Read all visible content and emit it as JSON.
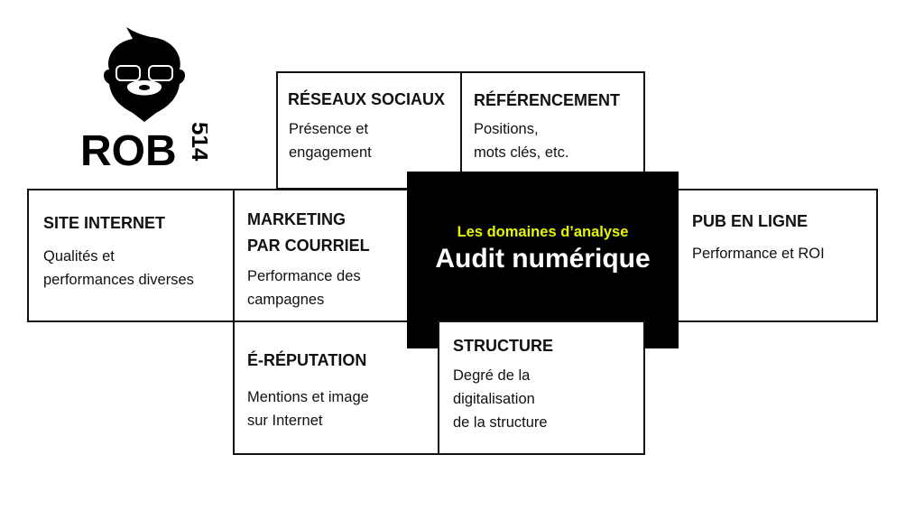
{
  "logo": {
    "text": "ROB",
    "suffix": "514"
  },
  "center": {
    "subtitle": "Les domaines d’analyse",
    "title": "Audit numérique",
    "subtitle_color": "#e6f500"
  },
  "domains": [
    {
      "title": "RÉSEAUX SOCIAUX",
      "desc": "Présence et\nengagement"
    },
    {
      "title": "RÉFÉRENCEMENT",
      "desc": "Positions,\nmots clés, etc."
    },
    {
      "title": "SITE INTERNET",
      "desc": "Qualités et\nperformances diverses"
    },
    {
      "title": "MARKETING\nPAR COURRIEL",
      "desc": "Performance des\ncampagnes"
    },
    {
      "title": "PUB EN LIGNE",
      "desc": "Performance et ROI"
    },
    {
      "title": "É-RÉPUTATION",
      "desc": "Mentions et image\nsur Internet"
    },
    {
      "title": "STRUCTURE",
      "desc": "Degré de la\ndigitalisation\nde la structure"
    }
  ]
}
